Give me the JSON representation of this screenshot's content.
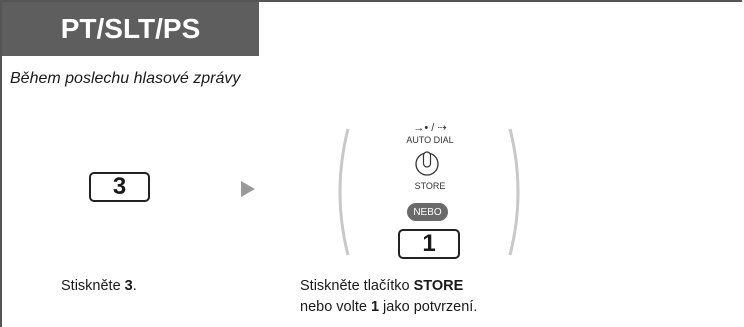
{
  "header": {
    "title": "PT/SLT/PS"
  },
  "subtitle": "Během poslechu hlasové zprávy",
  "step1": {
    "key": "3",
    "caption_prefix": "Stiskněte ",
    "caption_bold": "3",
    "caption_suffix": "."
  },
  "step2": {
    "arrows_glyph": "→• / ⇢",
    "button_label_top": "AUTO DIAL",
    "button_label_bottom": "STORE",
    "or_badge": "NEBO",
    "key": "1",
    "caption_line1_prefix": "Stiskněte tlačítko ",
    "caption_line1_bold": "STORE",
    "caption_line2_prefix": "nebo volte ",
    "caption_line2_bold": "1",
    "caption_line2_suffix": " jako potvrzení."
  },
  "colors": {
    "header_bg": "#5e5e5e",
    "arrow": "#9a9a9a",
    "badge": "#6a6a6a"
  }
}
